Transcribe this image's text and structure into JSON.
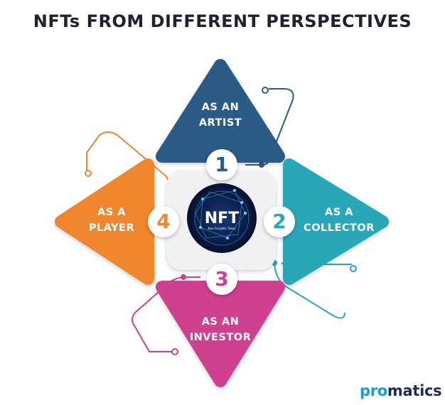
{
  "title": "NFTs FROM DIFFERENT PERSPECTIVES",
  "center": {
    "badge": "NFT",
    "subtitle": "Non-Fungible Token"
  },
  "perspectives": [
    {
      "number": "1",
      "line1": "AS AN",
      "line2": "ARTIST",
      "color": "#2c5a86"
    },
    {
      "number": "2",
      "line1": "AS A",
      "line2": "COLLECTOR",
      "color": "#2aa6b9"
    },
    {
      "number": "3",
      "line1": "AS AN",
      "line2": "INVESTOR",
      "color": "#cf3f8f"
    },
    {
      "number": "4",
      "line1": "AS A",
      "line2": "PLAYER",
      "color": "#f0862e"
    }
  ],
  "logo": {
    "part1": "pro",
    "part2": "matics",
    "color1": "#1b9ad6",
    "color2": "#1d2d4d"
  }
}
